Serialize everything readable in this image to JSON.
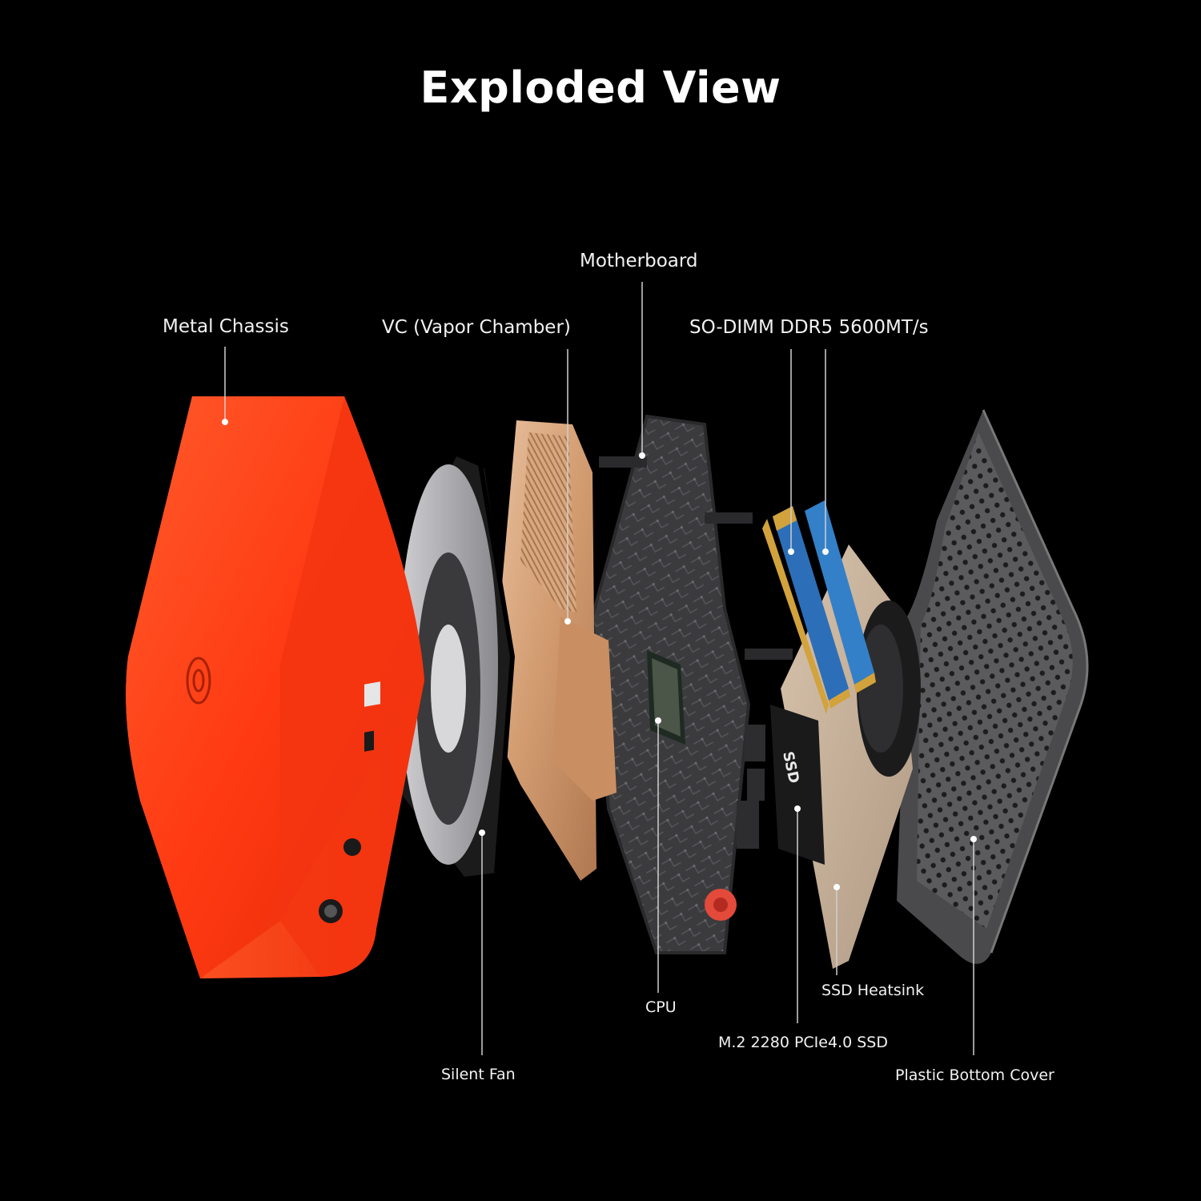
{
  "title": "Exploded View",
  "labels": {
    "metal_chassis": "Metal Chassis",
    "vapor_chamber": "VC (Vapor Chamber)",
    "motherboard": "Motherboard",
    "ram": "SO-DIMM DDR5 5600MT/s",
    "silent_fan": "Silent Fan",
    "cpu": "CPU",
    "ssd_heatsink": "SSD Heatsink",
    "ssd": "M.2 2280 PCIe4.0 SSD",
    "bottom_cover": "Plastic Bottom Cover"
  },
  "part_text": {
    "ssd_sticker": "SSD"
  },
  "colors": {
    "chassis": "#ff3a12",
    "copper": "#d9a578",
    "board": "#3a3a3c",
    "ram": "#2c6fb8",
    "gold": "#d2a23c",
    "cover": "#5a5a5c"
  }
}
